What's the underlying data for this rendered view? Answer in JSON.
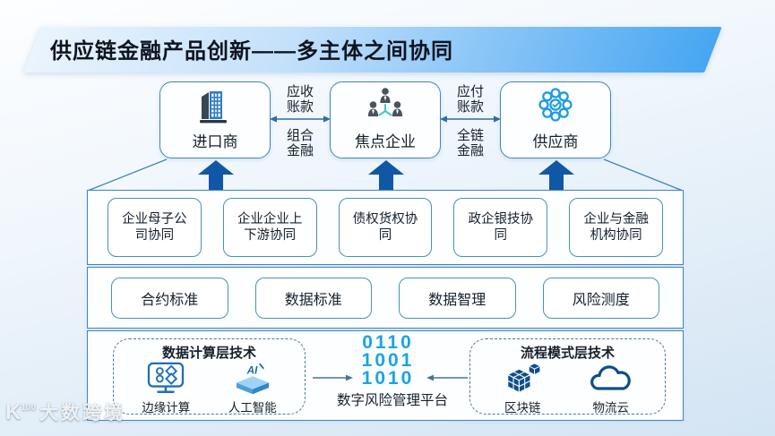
{
  "title": "供应链金融产品创新——多主体之间协同",
  "entities": [
    {
      "label": "进口商",
      "icon": "building-icon"
    },
    {
      "label": "焦点企业",
      "icon": "org-people-icon"
    },
    {
      "label": "供应商",
      "icon": "network-cluster-icon"
    }
  ],
  "flows": [
    {
      "top": [
        "应收",
        "账款"
      ],
      "bottom": [
        "组合",
        "金融"
      ]
    },
    {
      "top": [
        "应付",
        "账款"
      ],
      "bottom": [
        "全链",
        "金融"
      ]
    }
  ],
  "collaboration_boxes": [
    {
      "line1": "企业母子公",
      "line2": "司协同"
    },
    {
      "line1": "企业企业上",
      "line2": "下游协同"
    },
    {
      "line1": "债权货权协",
      "line2": "同"
    },
    {
      "line1": "政企银技协",
      "line2": "同"
    },
    {
      "line1": "企业与金融",
      "line2": "机构协同"
    }
  ],
  "standard_boxes": [
    "合约标准",
    "数据标准",
    "数据智理",
    "风险测度"
  ],
  "tech_layer": {
    "left": {
      "title": "数据计算层技术",
      "items": [
        {
          "label": "边缘计算",
          "icon": "edge-computing-monitor-icon"
        },
        {
          "label": "人工智能",
          "icon": "ai-platform-icon"
        }
      ]
    },
    "center": {
      "digits": [
        "0110",
        "1001",
        "1010"
      ],
      "label": "数字风险管理平台"
    },
    "right": {
      "title": "流程模式层技术",
      "items": [
        {
          "label": "区块链",
          "icon": "blockchain-cube-icon"
        },
        {
          "label": "物流云",
          "icon": "logistics-cloud-icon"
        }
      ]
    }
  },
  "watermark": {
    "logo_k": "K",
    "logo_sup": "100",
    "text": "大数跨境"
  },
  "colors": {
    "banner_gradient_end": "#47a6f2",
    "box_border": "#3e86c0",
    "block_arrow_blue": "#1057a6",
    "digits_blue": "#18a4e8",
    "icon_navy": "#0e4f88",
    "icon_blue": "#1f6fb5",
    "connector_teal": "#3cc8c8"
  }
}
